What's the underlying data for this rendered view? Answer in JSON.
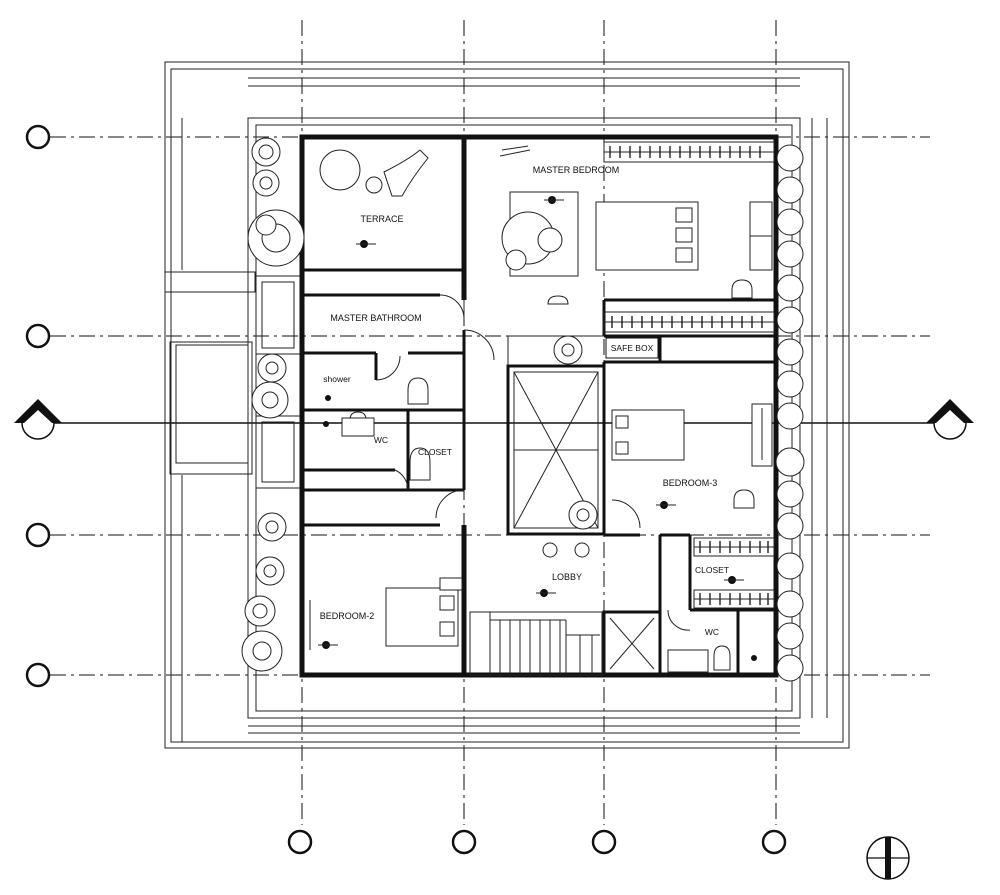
{
  "rooms": {
    "terrace": "TERRACE",
    "master_bedroom": "MASTER BEDROOM",
    "master_bathroom": "MASTER BATHROOM",
    "shower": "shower",
    "wc_1": "WC",
    "closet_1": "CLOSET",
    "safe_box": "SAFE BOX",
    "bedroom_3": "BEDROOM-3",
    "lobby": "LOBBY",
    "closet_2": "CLOSET",
    "wc_2": "WC",
    "bedroom_2": "BEDROOM-2"
  },
  "icons": {
    "north_arrow": "north-arrow-icon",
    "section_marker": "section-marker-icon",
    "light_fixture": "light-fixture-icon",
    "tree": "tree-icon"
  },
  "colors": {
    "line": "#111111",
    "background": "#ffffff"
  }
}
